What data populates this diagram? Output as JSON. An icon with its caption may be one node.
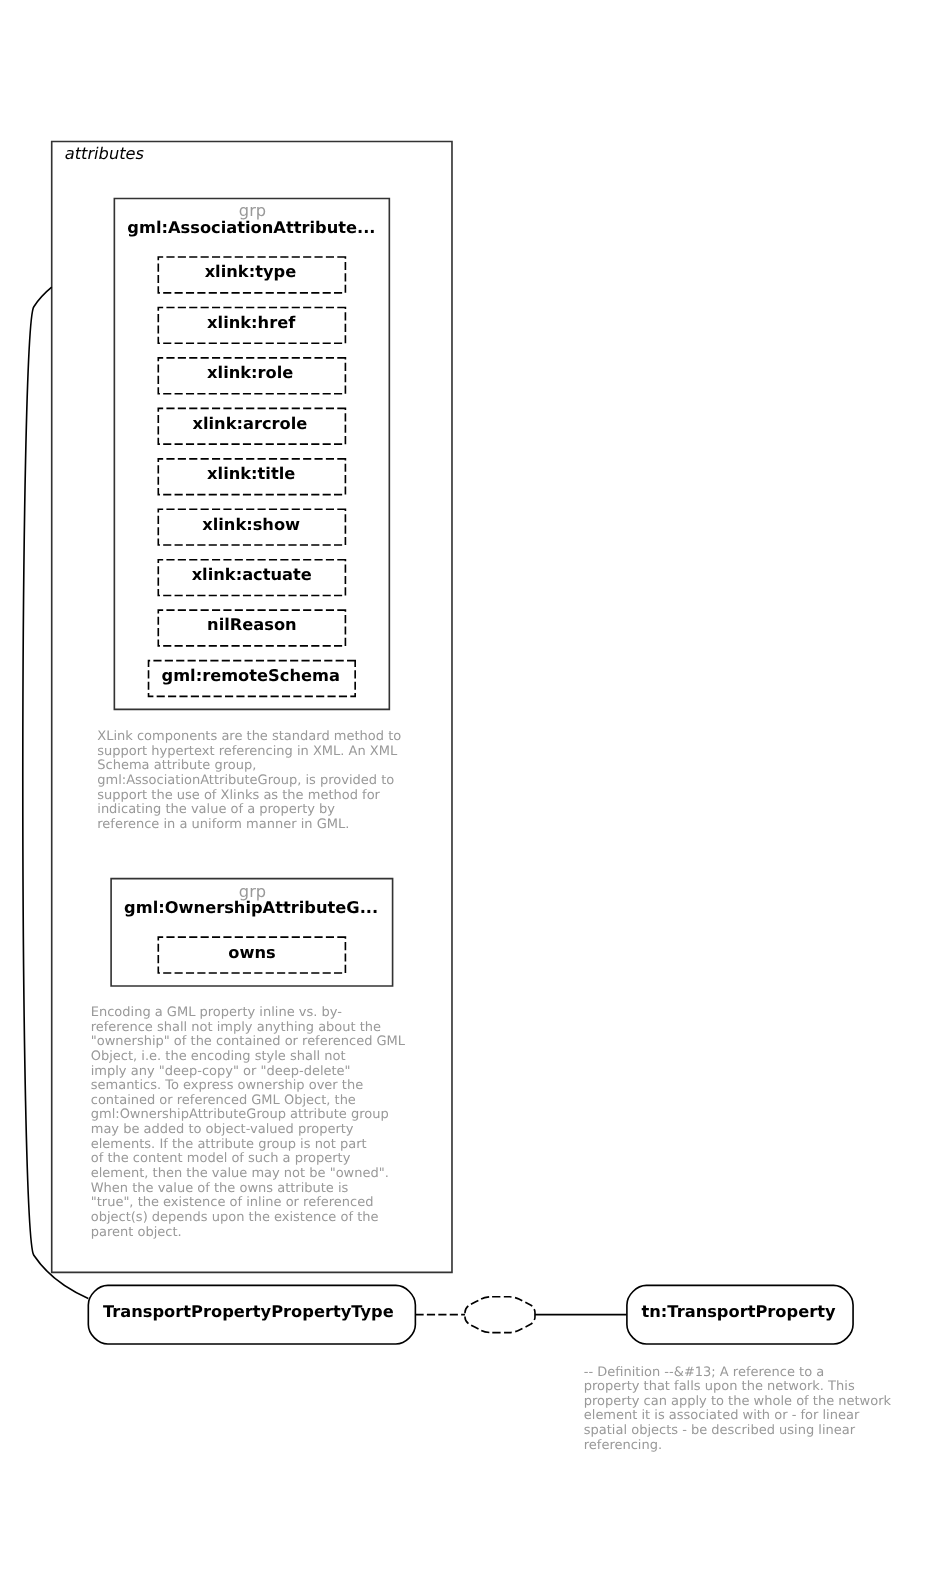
{
  "diagram": {
    "nodes": [
      {
        "text": [
          "TransportPropertyPropertyType"
        ]
      },
      {
        "text": [
          "attributes"
        ]
      },
      {
        "text": [
          "grp",
          "gml:AssociationAttribute..."
        ],
        "in": 1,
        "beside": [
          "XLink components are the standard method to support hypertext referencing in XML. An XML Schema attribute group, gml:AssociationAttributeGroup, is provided to support the use of Xlinks as the method for indicating the value of a property by reference in a uniform manner in GML."
        ]
      },
      {
        "text": [
          "xlink:type"
        ],
        "in": 2
      },
      {
        "text": [
          "xlink:href"
        ],
        "in": 2
      },
      {
        "text": [
          "xlink:role"
        ],
        "in": 2
      },
      {
        "text": [
          "xlink:arcrole"
        ],
        "in": 2
      },
      {
        "text": [
          "xlink:title"
        ],
        "in": 2
      },
      {
        "text": [
          "xlink:show"
        ],
        "in": 2
      },
      {
        "text": [
          "xlink:actuate"
        ],
        "in": 2
      },
      {
        "text": [
          "nilReason"
        ],
        "in": 2
      },
      {
        "text": [
          "gml:remoteSchema"
        ],
        "in": 2
      },
      {
        "text": [
          "grp",
          "gml:OwnershipAttributeG..."
        ],
        "in": 1,
        "beside": [
          "Encoding a GML property inline vs. by-reference shall not imply anything about the \"ownership\" of the contained or referenced GML Object, i.e. the encoding style shall not imply any \"deep-copy\" or \"deep-delete\" semantics. To express ownership over the contained or referenced GML Object, the gml:OwnershipAttributeGroup attribute group may be added to object-valued property elements. If the attribute group is not part of the content model of such a property element, then the value may not be \"owned\". When the value of the owns attribute is \"true\", the existence of inline or referenced object(s) depends upon the existence of the parent object."
        ]
      },
      {
        "text": [
          "owns"
        ],
        "in": 12
      },
      {
        "text": [],
        "shape": "box"
      },
      {
        "text": [
          "tn:TransportProperty"
        ],
        "beside": [
          "-- Definition --&#13; A reference to a property that falls upon the network. This property can apply to the whole of the network element it is associated with or - for linear spatial objects - be described using linear referencing."
        ]
      }
    ],
    "edges": [
      {
        "from": 0,
        "to": 1,
        "arrow": "none"
      },
      {
        "from": 0,
        "to": 14,
        "arrow": "none",
        "style": "dashed"
      },
      {
        "from": 14,
        "to": 15,
        "arrow": "none"
      }
    ]
  }
}
